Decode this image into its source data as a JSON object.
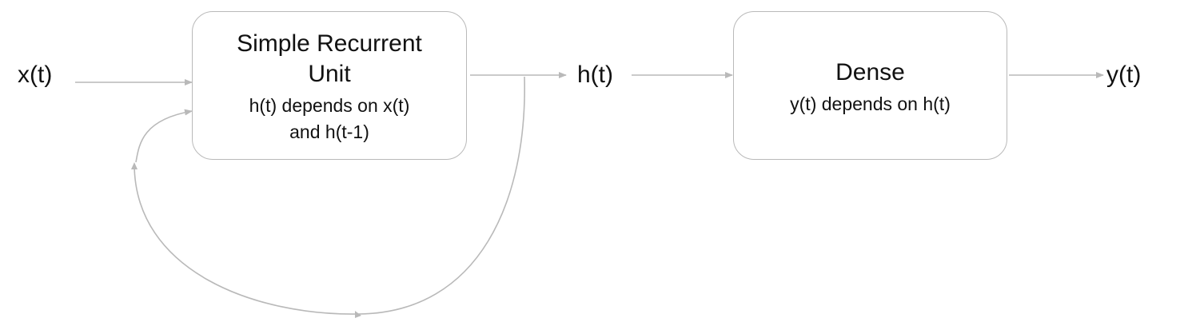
{
  "inputs": {
    "x_label": "x(t)"
  },
  "rnn": {
    "title_line1": "Simple Recurrent",
    "title_line2": "Unit",
    "desc_line1": "h(t) depends on x(t)",
    "desc_line2": "and h(t-1)"
  },
  "hidden": {
    "h_label": "h(t)"
  },
  "dense": {
    "title": "Dense",
    "desc": "y(t) depends on h(t)"
  },
  "outputs": {
    "y_label": "y(t)"
  },
  "colors": {
    "box_border": "#b9b9b9",
    "arrow": "#b9b9b9",
    "text": "#111111"
  }
}
